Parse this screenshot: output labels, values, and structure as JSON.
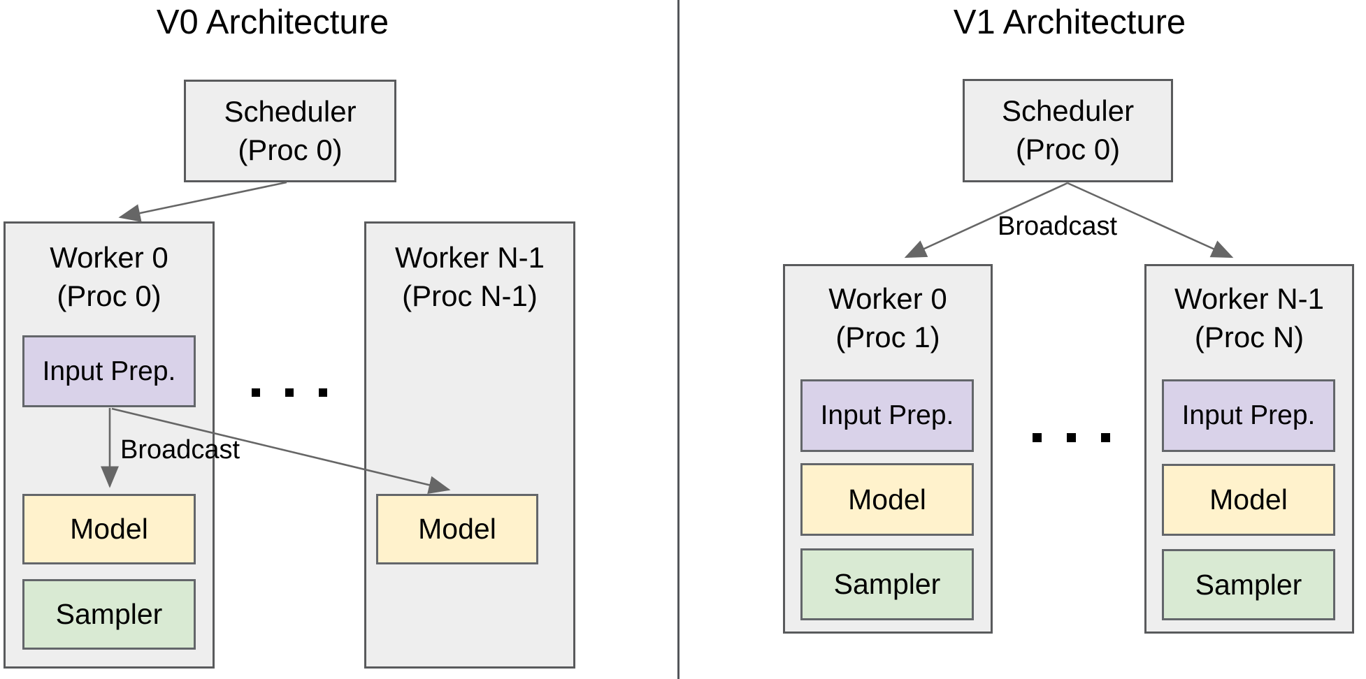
{
  "left": {
    "title": "V0 Architecture",
    "scheduler": {
      "line1": "Scheduler",
      "line2": "(Proc 0)"
    },
    "broadcast_label": "Broadcast",
    "ellipsis": ". . .",
    "workers": {
      "worker0": {
        "name": "Worker 0",
        "proc": "(Proc 0)",
        "modules": {
          "input_prep": "Input Prep.",
          "model": "Model",
          "sampler": "Sampler"
        }
      },
      "workerN1": {
        "name": "Worker N-1",
        "proc": "(Proc N-1)",
        "modules": {
          "model": "Model"
        }
      }
    }
  },
  "right": {
    "title": "V1 Architecture",
    "scheduler": {
      "line1": "Scheduler",
      "line2": "(Proc 0)"
    },
    "broadcast_label": "Broadcast",
    "ellipsis": ". . .",
    "workers": {
      "worker0": {
        "name": "Worker 0",
        "proc": "(Proc 1)",
        "modules": {
          "input_prep": "Input Prep.",
          "model": "Model",
          "sampler": "Sampler"
        }
      },
      "workerN1": {
        "name": "Worker N-1",
        "proc": "(Proc N)",
        "modules": {
          "input_prep": "Input Prep.",
          "model": "Model",
          "sampler": "Sampler"
        }
      }
    }
  },
  "colors": {
    "container_fill": "#eeeeee",
    "container_border": "#595a5c",
    "input_prep_fill": "#d9d2e9",
    "model_fill": "#fff2cc",
    "sampler_fill": "#d9ead3",
    "arrow": "#666666",
    "divider": "#54565a",
    "text": "#000000"
  }
}
